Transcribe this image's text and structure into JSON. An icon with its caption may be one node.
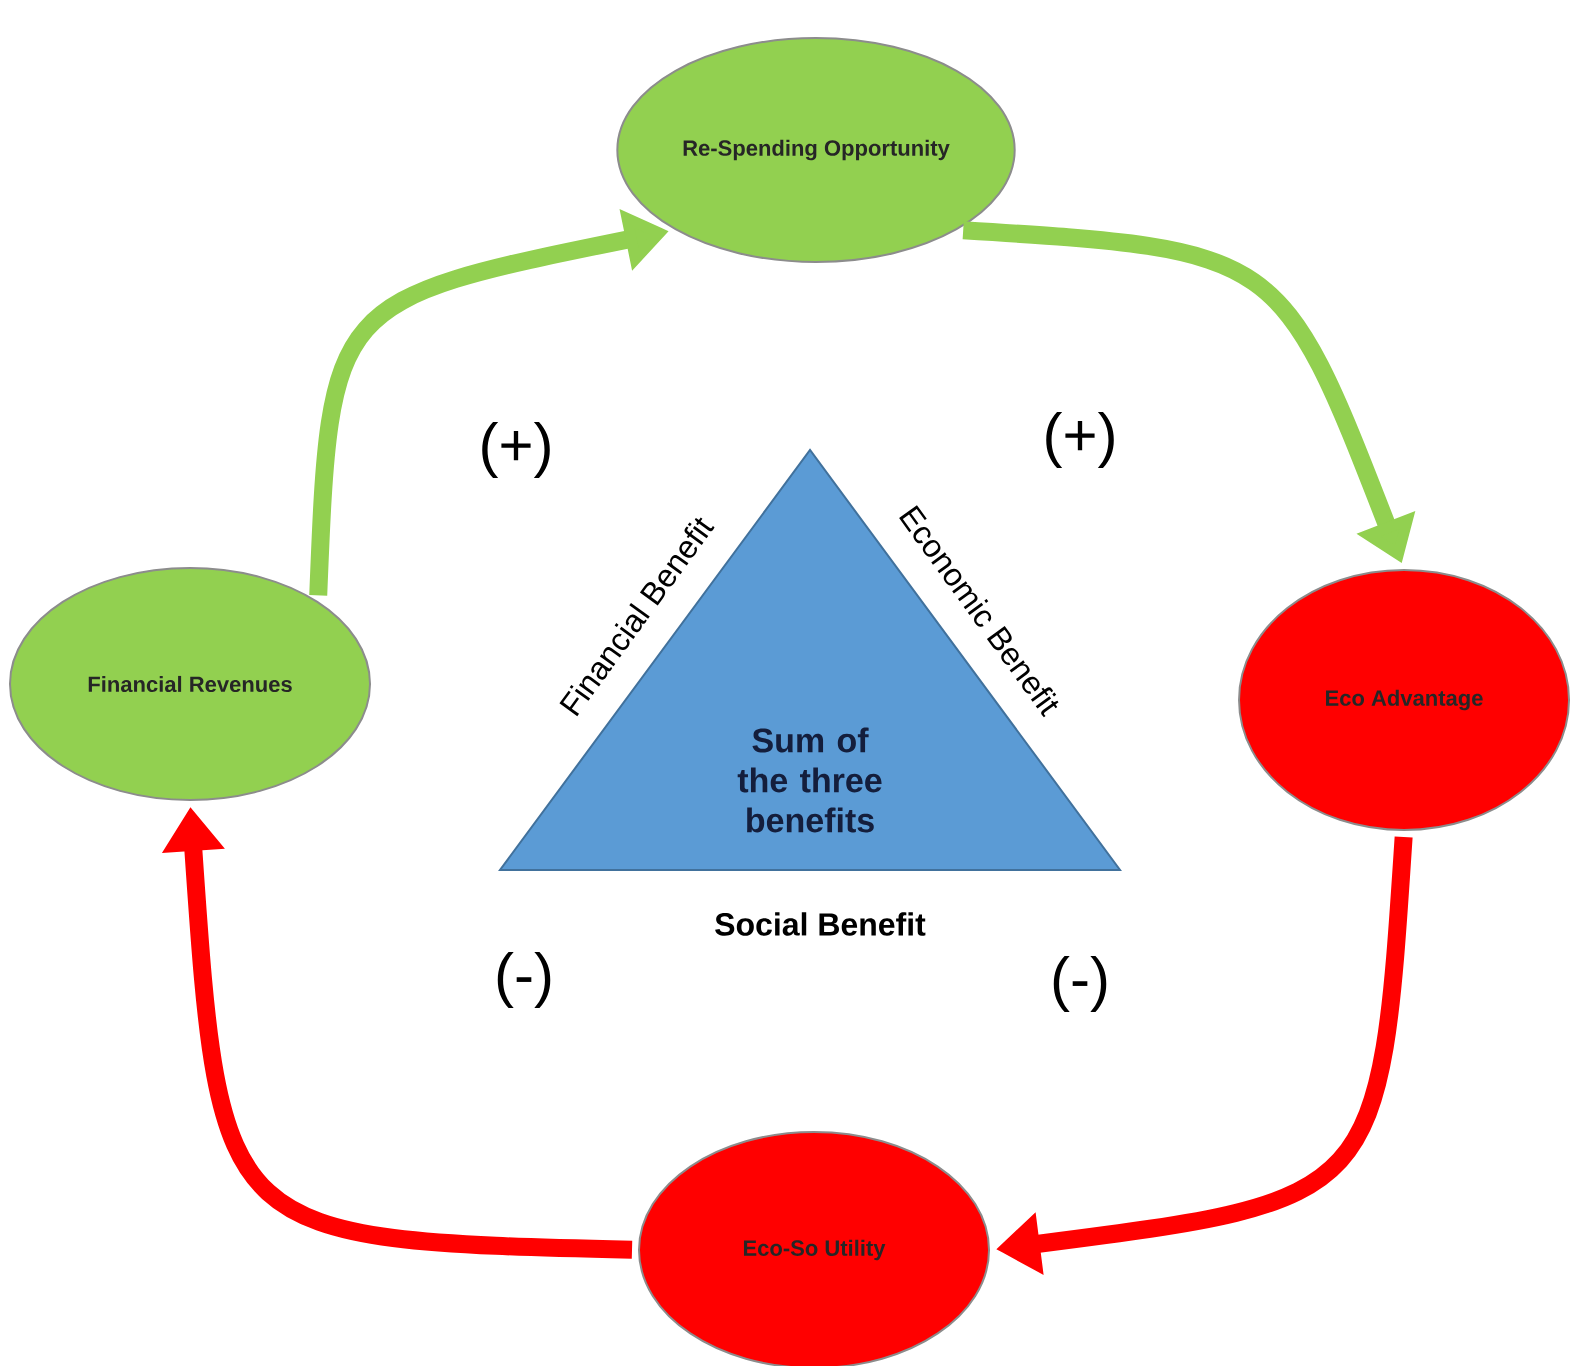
{
  "diagram": {
    "nodes": [
      {
        "text": [
          "Re-Spending Opportunity"
        ]
      },
      {
        "text": [
          "Financial Revenues"
        ]
      },
      {
        "text": [
          "Eco Advantage"
        ]
      },
      {
        "text": [
          "Eco-So Utility"
        ]
      },
      {
        "text": [
          "Sum of the three benefits"
        ],
        "beside": [
          "Financial Benefit",
          "Economic Benefit",
          "Social Benefit"
        ]
      }
    ],
    "edges": [
      {
        "from": 1,
        "to": 0,
        "arrow": "to",
        "color": "#92d050"
      },
      {
        "from": 0,
        "to": 2,
        "arrow": "to",
        "color": "#92d050"
      },
      {
        "from": 2,
        "to": 3,
        "arrow": "to",
        "color": "#ff0000"
      },
      {
        "from": 3,
        "to": 1,
        "arrow": "to",
        "color": "#ff0000"
      }
    ],
    "labels": [
      "(+)",
      "(+)",
      "(-)",
      "(-)"
    ]
  }
}
